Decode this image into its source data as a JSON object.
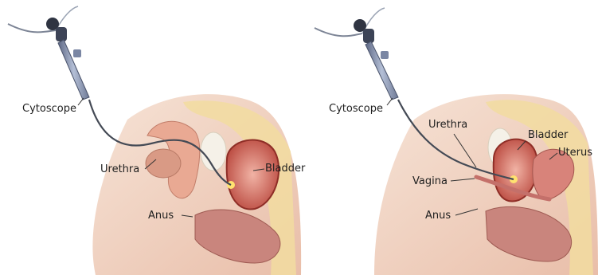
{
  "panels": [
    {
      "id": "left",
      "labels": {
        "cytoscope": "Cytoscope",
        "urethra": "Urethra",
        "bladder": "Bladder",
        "anus": "Anus"
      }
    },
    {
      "id": "right",
      "labels": {
        "cytoscope": "Cytoscope",
        "urethra": "Urethra",
        "bladder": "Bladder",
        "uterus": "Uterus",
        "vagina": "Vagina",
        "anus": "Anus"
      }
    }
  ],
  "colors": {
    "skin": "#f3d7c6",
    "skin_shadow": "#e7b9a4",
    "fat": "#f2dca0",
    "muscle": "#c9574c",
    "bladder_inner": "#e89a8c",
    "bone": "#f5f1e8",
    "instrument": "#8b97b0",
    "cable": "#444a55"
  }
}
